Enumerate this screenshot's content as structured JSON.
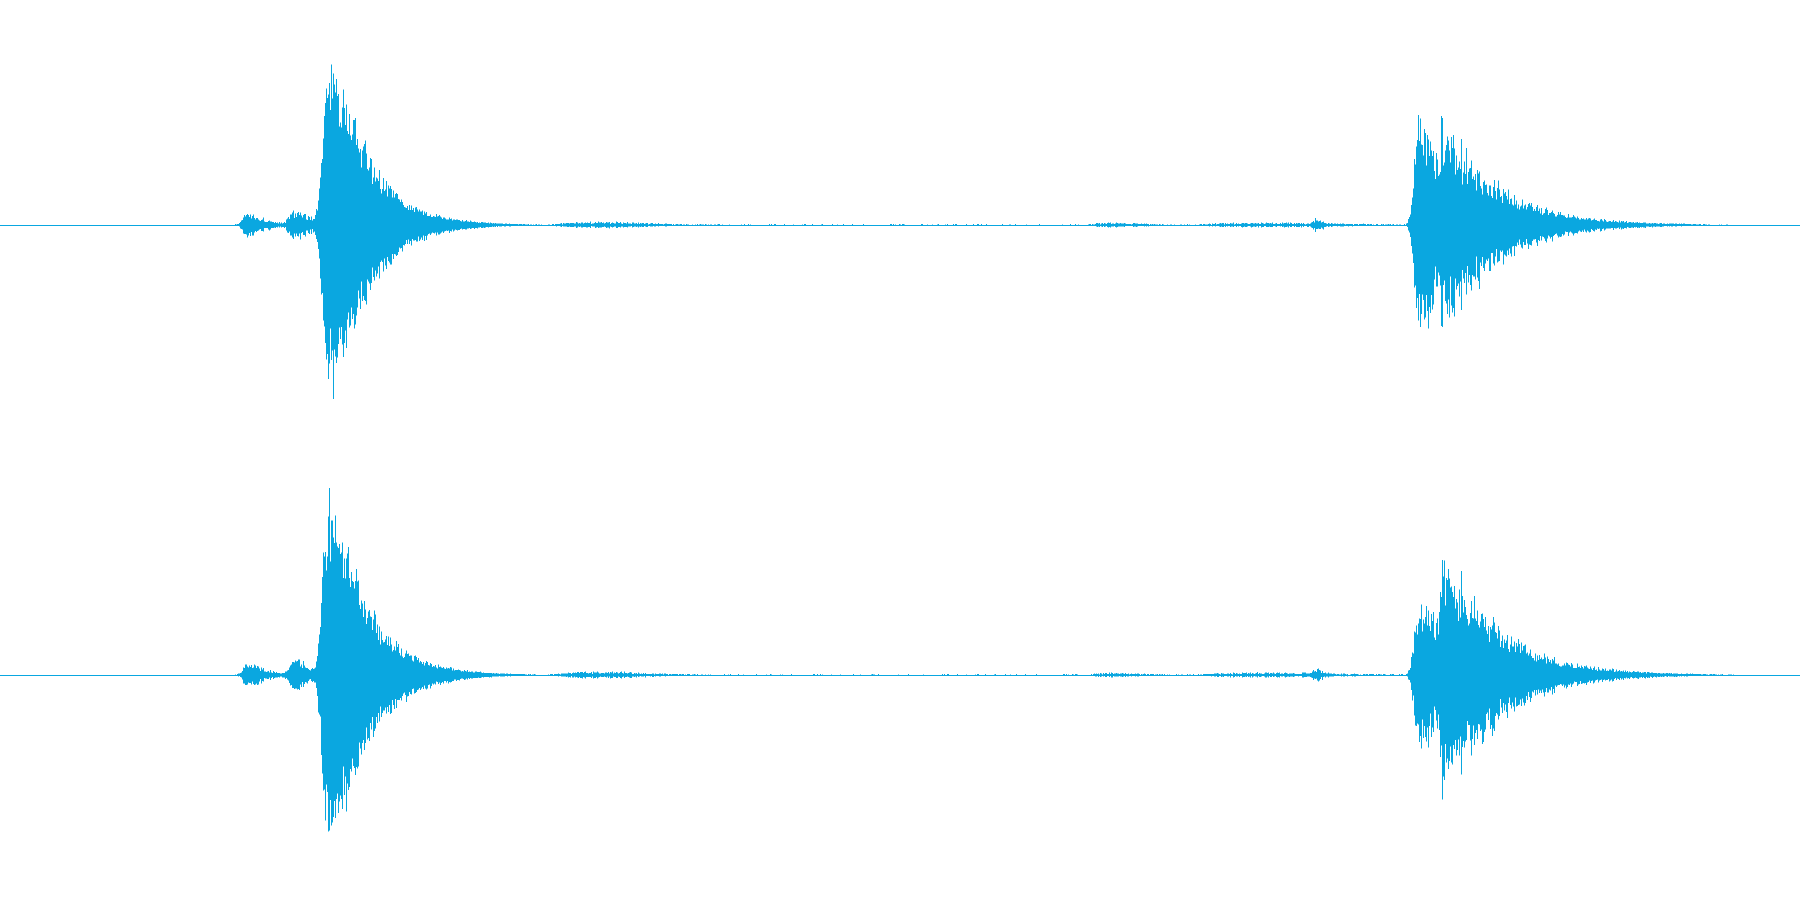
{
  "waveform": {
    "color": "#0aa7e0",
    "background": "#ffffff",
    "channel_count": 2,
    "channels": [
      {
        "id": "left",
        "events": [
          {
            "time": 0.137,
            "peak": 0.07,
            "decay": 0.01,
            "width": 0.004,
            "noise": 0.55
          },
          {
            "time": 0.162,
            "peak": 0.09,
            "decay": 0.012,
            "width": 0.004,
            "noise": 0.55
          },
          {
            "time": 0.182,
            "peak": 1.0,
            "decay": 0.02,
            "width": 0.005,
            "noise": 0.35
          },
          {
            "time": 0.325,
            "peak": 0.02,
            "decay": 0.03,
            "width": 0.02,
            "noise": 0.65
          },
          {
            "time": 0.614,
            "peak": 0.015,
            "decay": 0.02,
            "width": 0.01,
            "noise": 0.7
          },
          {
            "time": 0.69,
            "peak": 0.015,
            "decay": 0.05,
            "width": 0.03,
            "noise": 0.7
          },
          {
            "time": 0.73,
            "peak": 0.04,
            "decay": 0.006,
            "width": 0.002,
            "noise": 0.6
          },
          {
            "time": 0.788,
            "peak": 0.62,
            "decay": 0.018,
            "width": 0.004,
            "noise": 0.45
          },
          {
            "time": 0.801,
            "peak": 0.62,
            "decay": 0.03,
            "width": 0.003,
            "noise": 0.45
          }
        ]
      },
      {
        "id": "right",
        "events": [
          {
            "time": 0.137,
            "peak": 0.07,
            "decay": 0.01,
            "width": 0.004,
            "noise": 0.55
          },
          {
            "time": 0.162,
            "peak": 0.09,
            "decay": 0.012,
            "width": 0.004,
            "noise": 0.55
          },
          {
            "time": 0.182,
            "peak": 1.0,
            "decay": 0.02,
            "width": 0.005,
            "noise": 0.35
          },
          {
            "time": 0.325,
            "peak": 0.02,
            "decay": 0.03,
            "width": 0.02,
            "noise": 0.65
          },
          {
            "time": 0.614,
            "peak": 0.015,
            "decay": 0.02,
            "width": 0.01,
            "noise": 0.7
          },
          {
            "time": 0.69,
            "peak": 0.015,
            "decay": 0.05,
            "width": 0.03,
            "noise": 0.7
          },
          {
            "time": 0.73,
            "peak": 0.04,
            "decay": 0.006,
            "width": 0.002,
            "noise": 0.6
          },
          {
            "time": 0.788,
            "peak": 0.45,
            "decay": 0.018,
            "width": 0.004,
            "noise": 0.45
          },
          {
            "time": 0.801,
            "peak": 0.75,
            "decay": 0.03,
            "width": 0.003,
            "noise": 0.45
          }
        ]
      }
    ]
  }
}
